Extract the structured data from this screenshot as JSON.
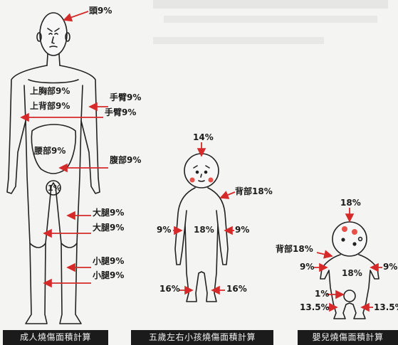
{
  "colors": {
    "arrow": "#d62a2a",
    "outline": "#222222",
    "cheek": "#e8504a",
    "caption_bg": "#1b1b1b",
    "caption_text": "#f0f0f0"
  },
  "adult": {
    "head": "頭9%",
    "upper_chest": "上胸部9%",
    "upper_back": "上背部9%",
    "arm_left": "手臂9%",
    "arm_right": "手臂9%",
    "waist": "腰部9%",
    "abdomen": "腹部9%",
    "groin": "1%",
    "thigh_1": "大腿9%",
    "thigh_2": "大腿9%",
    "calf_1": "小腿9%",
    "calf_2": "小腿9%",
    "caption": "成人燒傷面積計算"
  },
  "child": {
    "head": "14%",
    "back": "背部18%",
    "arm_left": "9%",
    "chest": "18%",
    "arm_right": "9%",
    "leg_left": "16%",
    "leg_right": "16%",
    "caption": "五歲左右小孩燒傷面積計算"
  },
  "infant": {
    "head": "18%",
    "back": "背部18%",
    "arm_left": "9%",
    "chest": "18%",
    "arm_right": "9%",
    "groin": "1%",
    "leg_left": "13.5%",
    "leg_right": "13.5%",
    "caption": "嬰兒燒傷面積計算"
  }
}
